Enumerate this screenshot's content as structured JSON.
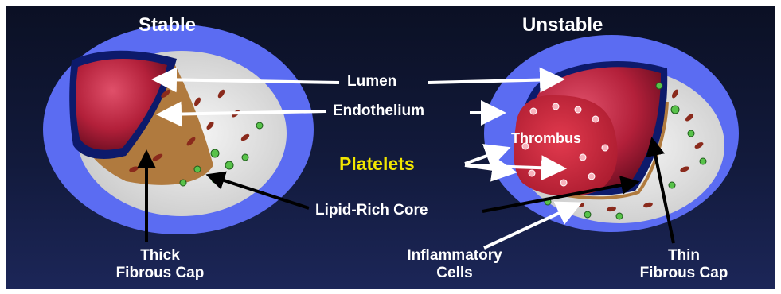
{
  "titles": {
    "left": "Stable",
    "right": "Unstable"
  },
  "labels": {
    "lumen": "Lumen",
    "endothelium": "Endothelium",
    "thrombus": "Thrombus",
    "platelets": "Platelets",
    "lipid_core": "Lipid-Rich Core",
    "thick_cap_line1": "Thick",
    "thick_cap_line2": "Fibrous Cap",
    "inflammatory_line1": "Inflammatory",
    "inflammatory_line2": "Cells",
    "thin_cap_line1": "Thin",
    "thin_cap_line2": "Fibrous Cap"
  },
  "colors": {
    "background_top": "#0b1024",
    "background_bottom": "#1c2658",
    "vessel_wall": "#5b6cf2",
    "lumen": "#b3203a",
    "endothelium": "#0d1a6b",
    "fibrous_cap": "#b07a3e",
    "lipid_core": "#e8e8e8",
    "inflammatory_cells": "#58c24a",
    "platelets_label": "#f2e600",
    "text": "#ffffff",
    "arrows": "#ffffff"
  }
}
